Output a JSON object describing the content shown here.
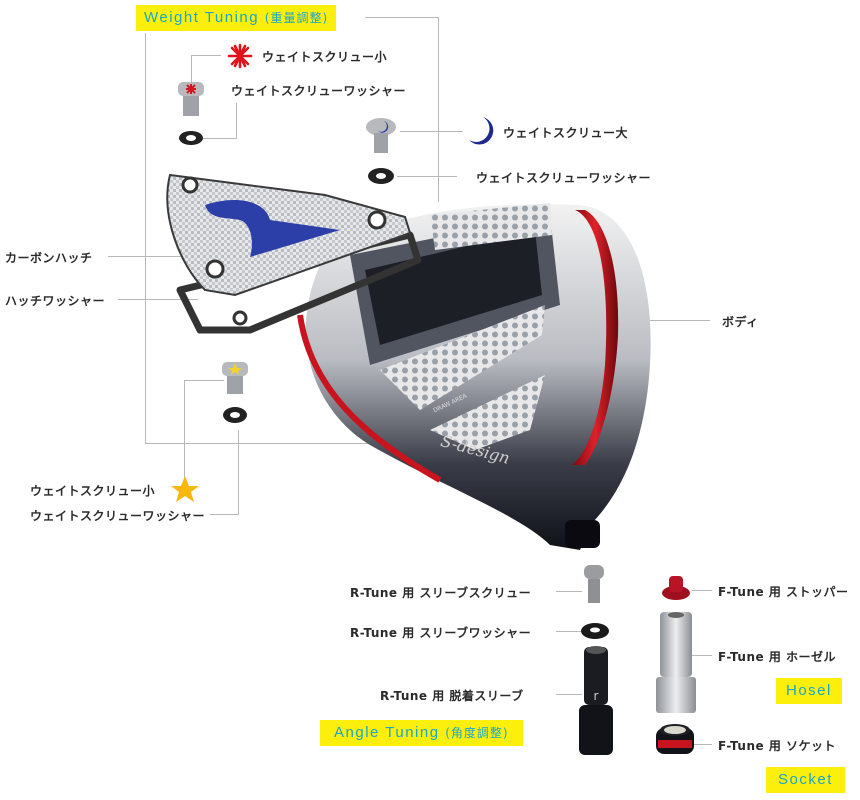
{
  "title_tags": {
    "weight_tuning": {
      "en": "Weight Tuning",
      "jp": "(重量調整)"
    },
    "angle_tuning": {
      "en": "Angle Tuning",
      "jp": "(角度調整)"
    },
    "hosel": "Hosel",
    "socket": "Socket"
  },
  "parts": {
    "screw_small_top": {
      "label": "ウェイトスクリュー小",
      "icon": "red-starburst"
    },
    "washer_top_left": {
      "label": "ウェイトスクリューワッシャー"
    },
    "screw_large": {
      "label": "ウェイトスクリュー大",
      "icon": "blue-crescent"
    },
    "washer_top_right": {
      "label": "ウェイトスクリューワッシャー"
    },
    "carbon_hatch": {
      "label": "カーボンハッチ"
    },
    "hatch_washer": {
      "label": "ハッチワッシャー"
    },
    "body": {
      "label": "ボディ"
    },
    "screw_small_bottom": {
      "label": "ウェイトスクリュー小",
      "icon": "yellow-star"
    },
    "washer_bottom": {
      "label": "ウェイトスクリューワッシャー"
    },
    "sleeve_screw": {
      "label": "R-Tune 用 スリーブスクリュー"
    },
    "sleeve_washer": {
      "label": "R-Tune 用 スリーブワッシャー"
    },
    "sleeve": {
      "label": "R-Tune 用 脱着スリーブ"
    },
    "stopper": {
      "label": "F-Tune 用 ストッパー"
    },
    "hosel_part": {
      "label": "F-Tune 用 ホーゼル"
    },
    "socket_part": {
      "label": "F-Tune 用 ソケット"
    }
  },
  "head_markings": {
    "draw_area": "DRAW AREA",
    "brand_script": "S-design"
  },
  "colors": {
    "tag_bg": "#fdef0c",
    "tag_text": "#1aa6c8",
    "leader_line": "#b8b8b8",
    "accent_red": "#c8141e",
    "accent_blue": "#2c3ea8"
  }
}
